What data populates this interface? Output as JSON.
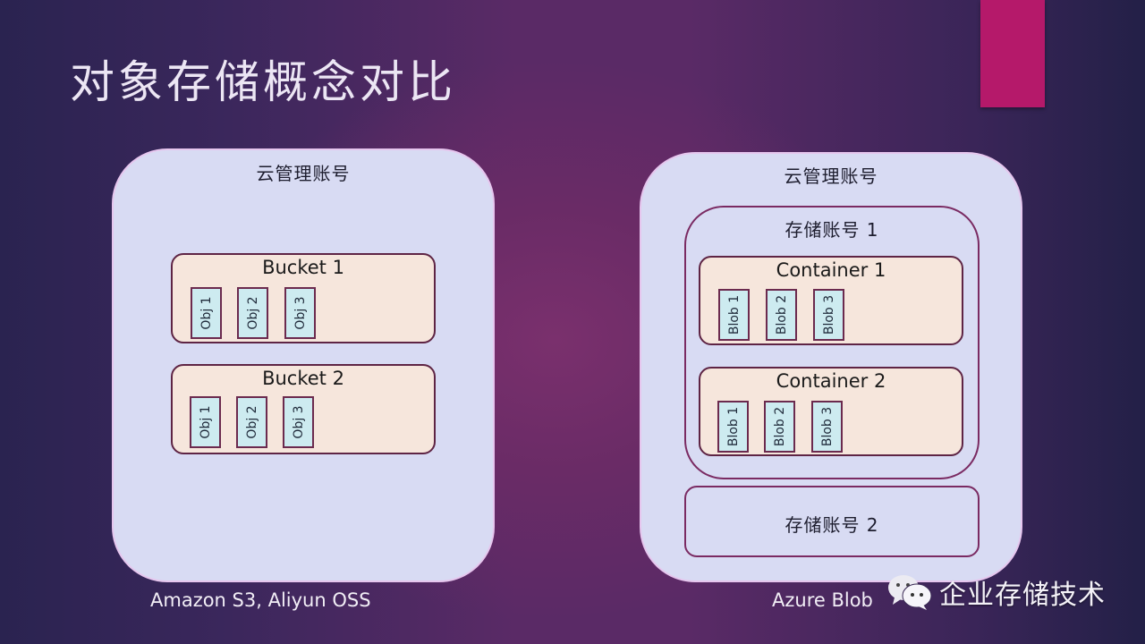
{
  "slide": {
    "title": "对象存储概念对比",
    "accent_color": "#b5196a",
    "background_colors": [
      "#2a2350",
      "#6a2b66",
      "#232047"
    ]
  },
  "left_panel": {
    "outer_label": "云管理账号",
    "caption": "Amazon S3, Aliyun OSS",
    "buckets": [
      {
        "label": "Bucket 1",
        "objects": [
          "Obj 1",
          "Obj 2",
          "Obj 3"
        ]
      },
      {
        "label": "Bucket 2",
        "objects": [
          "Obj 1",
          "Obj 2",
          "Obj 3"
        ]
      }
    ]
  },
  "right_panel": {
    "outer_label": "云管理账号",
    "caption": "Azure Blob",
    "accounts": [
      {
        "label": "存储账号 1",
        "containers": [
          {
            "label": "Container 1",
            "blobs": [
              "Blob 1",
              "Blob 2",
              "Blob 3"
            ]
          },
          {
            "label": "Container 2",
            "blobs": [
              "Blob 1",
              "Blob 2",
              "Blob 3"
            ]
          }
        ]
      },
      {
        "label": "存储账号 2"
      }
    ]
  },
  "watermark": {
    "icon": "wechat-icon",
    "text": "企业存储技术"
  },
  "colors": {
    "outer_fill": "#d8dbf3",
    "bucket_fill": "#f6e6dc",
    "object_fill": "#cdebf0",
    "border": "#6b2a4e"
  }
}
